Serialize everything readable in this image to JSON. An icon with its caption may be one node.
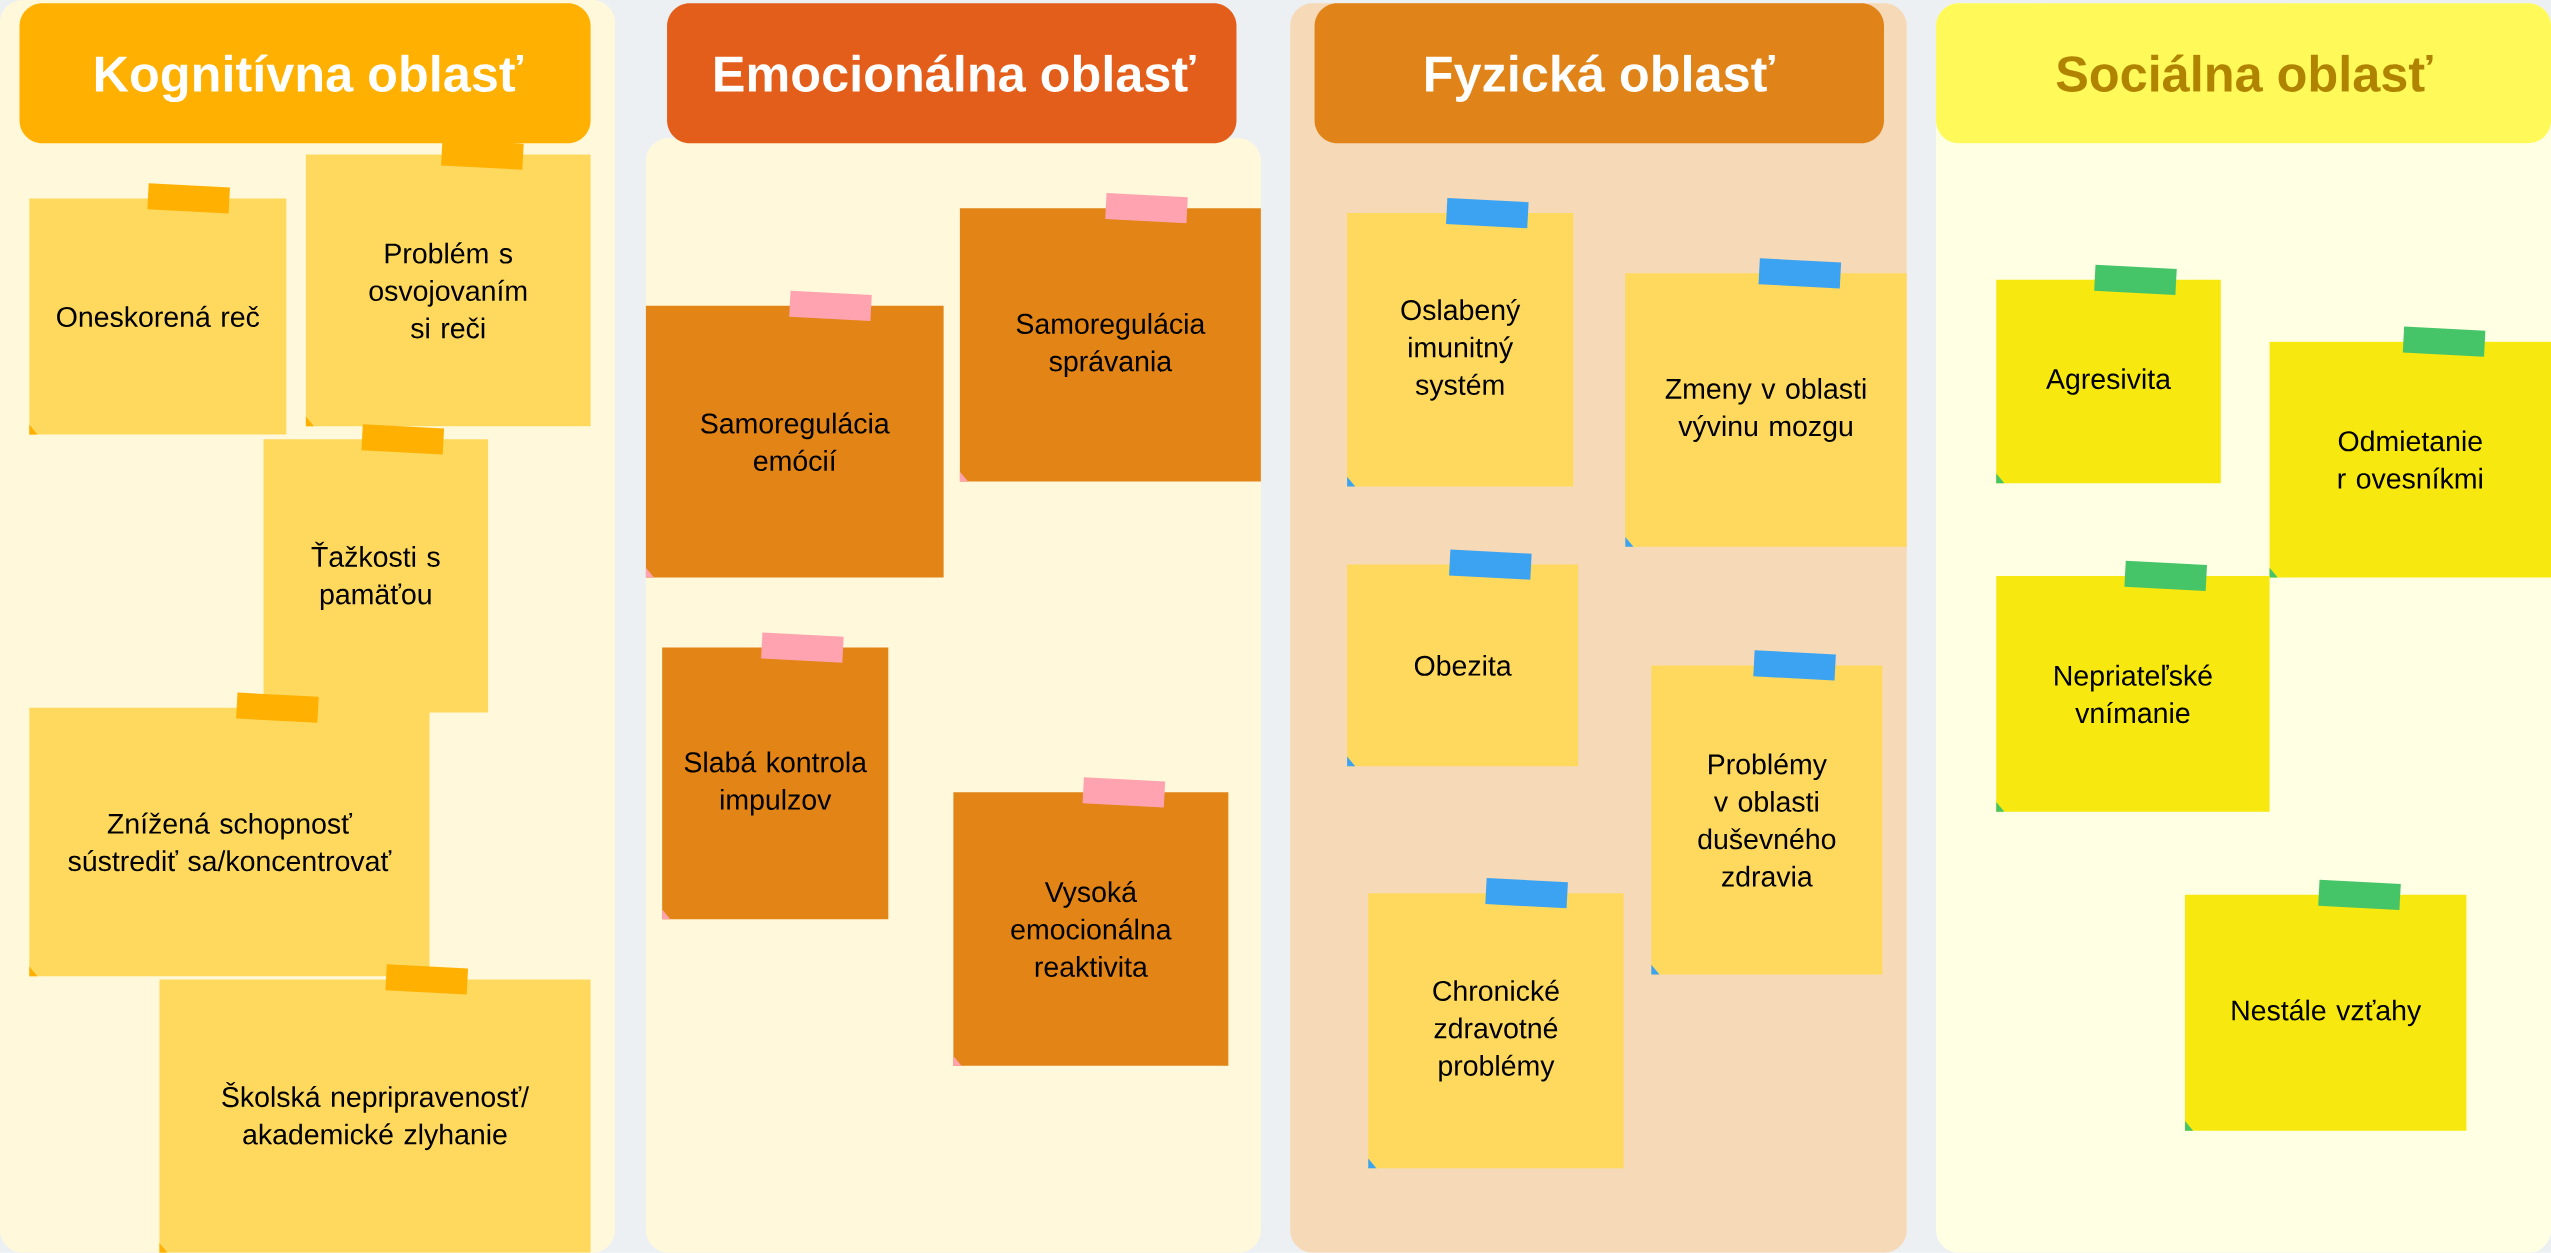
{
  "diagram": {
    "nodes": [
      {
        "text": [
          "Kognitívna oblasť"
        ]
      },
      {
        "text": [
          "Oneskorená reč"
        ],
        "in": 0
      },
      {
        "text": [
          "Problém s osvojovaním si reči"
        ],
        "in": 0
      },
      {
        "text": [
          "Ťažkosti s pamäťou"
        ],
        "in": 0
      },
      {
        "text": [
          "Znížená schopnosť sústrediť sa/koncentrovať"
        ],
        "in": 0
      },
      {
        "text": [
          "Školská nepripravenosť/ akademické zlyhanie"
        ],
        "in": 0
      },
      {
        "text": [
          "Emocionálna oblasť"
        ]
      },
      {
        "text": [
          "Samoregulácia správania"
        ],
        "in": 6
      },
      {
        "text": [
          "Samoregulácia emócií"
        ],
        "in": 6
      },
      {
        "text": [
          "Slabá kontrola impulzov"
        ],
        "in": 6
      },
      {
        "text": [
          "Vysoká emocionálna reaktivita"
        ],
        "in": 6
      },
      {
        "text": [
          "Fyzická oblasť"
        ]
      },
      {
        "text": [
          "Oslabený imunitný systém"
        ],
        "in": 11
      },
      {
        "text": [
          "Zmeny v oblasti vývinu mozgu"
        ],
        "in": 11
      },
      {
        "text": [
          "Obezita"
        ],
        "in": 11
      },
      {
        "text": [
          "Problémy v oblasti duševného zdravia"
        ],
        "in": 11
      },
      {
        "text": [
          "Chronické zdravotné problémy"
        ],
        "in": 11
      },
      {
        "text": [
          "Sociálna oblasť"
        ]
      },
      {
        "text": [
          "Agresivita"
        ],
        "in": 17
      },
      {
        "text": [
          "Odmietanie r ovesníkmi"
        ],
        "in": 17
      },
      {
        "text": [
          "Nepriateľské vnímanie"
        ],
        "in": 17
      },
      {
        "text": [
          "Nestále vzťahy"
        ],
        "in": 17
      }
    ]
  }
}
